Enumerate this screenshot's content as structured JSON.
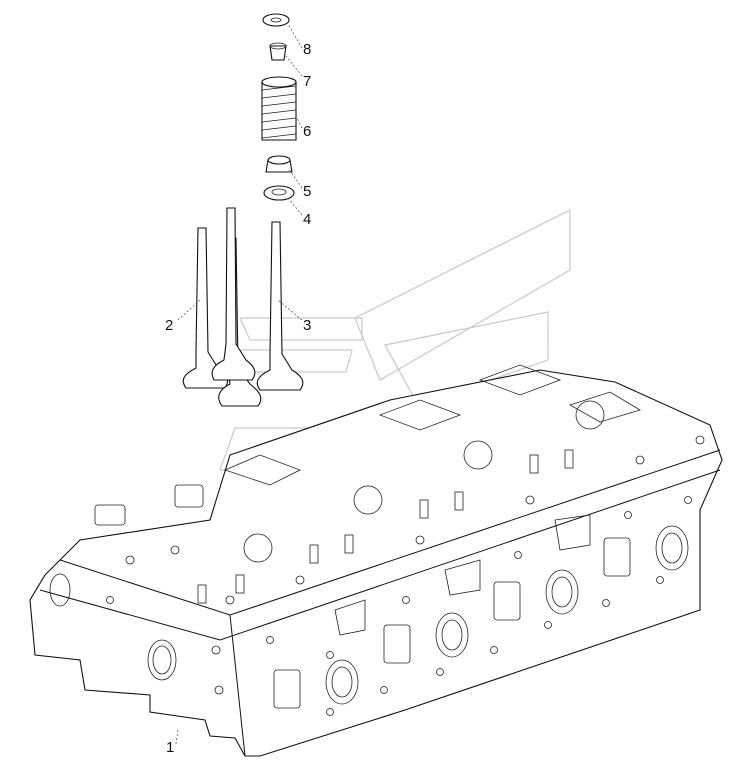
{
  "diagram": {
    "labels": {
      "head": "1",
      "valve_left": "2",
      "valve_right": "3",
      "washer": "4",
      "seal": "5",
      "spring": "6",
      "collet": "7",
      "retainer": "8"
    },
    "colors": {
      "line": "#111111",
      "watermark": "#c9c9c9",
      "background": "#ffffff"
    }
  }
}
